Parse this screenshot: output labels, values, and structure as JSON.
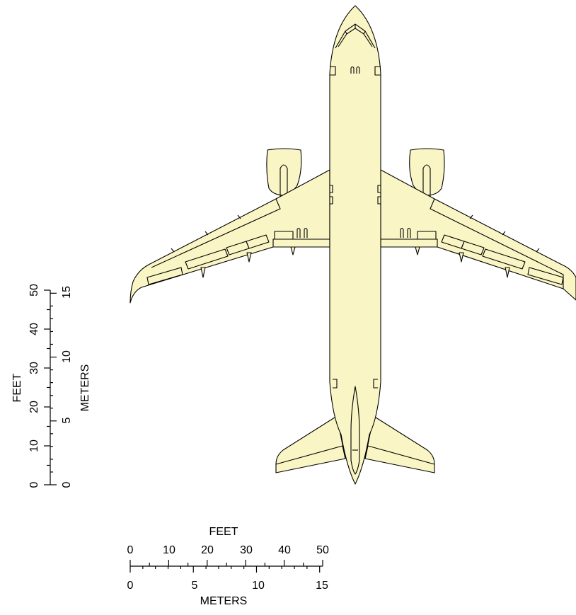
{
  "scale_horizontal": {
    "top_label": "FEET",
    "bottom_label": "METERS",
    "feet_ticks": [
      "0",
      "10",
      "20",
      "30",
      "40",
      "50"
    ],
    "meter_ticks": [
      "0",
      "5",
      "10",
      "15"
    ]
  },
  "scale_vertical": {
    "left_label": "FEET",
    "right_label": "METERS",
    "feet_ticks": [
      "0",
      "10",
      "20",
      "30",
      "40",
      "50"
    ],
    "meter_ticks": [
      "0",
      "5",
      "10",
      "15"
    ]
  },
  "aircraft": {
    "view": "top view",
    "fill_color": "#FAF5C4",
    "outline_color": "#000000"
  }
}
